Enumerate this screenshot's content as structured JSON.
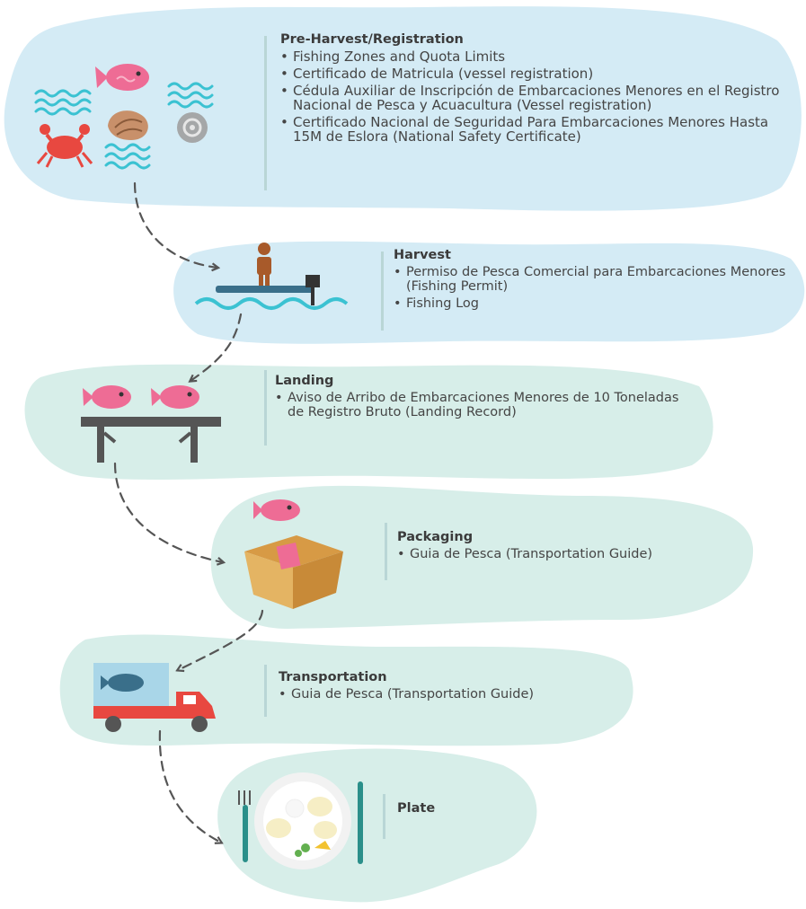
{
  "stages": [
    {
      "title": "Pre-Harvest/Registration",
      "items": [
        "Fishing Zones and Quota Limits",
        "Certificado de Matricula (vessel registration)",
        "Cédula Auxiliar de Inscripción de Embarcaciones Menores en el Registro Nacional de Pesca y Acuacultura (Vessel registration)",
        "Certificado Nacional de Seguridad Para Embarcaciones Menores Hasta 15M de Eslora (National Safety Certificate)"
      ]
    },
    {
      "title": "Harvest",
      "items": [
        "Permiso de Pesca Comercial para Embarcaciones Menores (Fishing Permit)",
        "Fishing Log"
      ]
    },
    {
      "title": "Landing",
      "items": [
        "Aviso de Arribo de Embarcaciones Menores de 10 Toneladas de Registro Bruto (Landing Record)"
      ]
    },
    {
      "title": "Packaging",
      "items": [
        "Guia de Pesca (Transportation Guide)"
      ]
    },
    {
      "title": "Transportation",
      "items": [
        "Guia de Pesca (Transportation Guide)"
      ]
    },
    {
      "title": "Plate",
      "items": []
    }
  ],
  "colors": {
    "blob_blue": "#d4ebf5",
    "blob_green": "#d7eee9",
    "fish_pink": "#ee6c95",
    "wave_cyan": "#3bc2d2",
    "arrow": "#555555"
  },
  "icons": [
    "waves-icon",
    "fish-icon",
    "shell-icon",
    "snail-icon",
    "crab-icon",
    "fisherman-boat-icon",
    "fish-dock-icon",
    "fish-box-icon",
    "fish-truck-icon",
    "plate-icon"
  ]
}
